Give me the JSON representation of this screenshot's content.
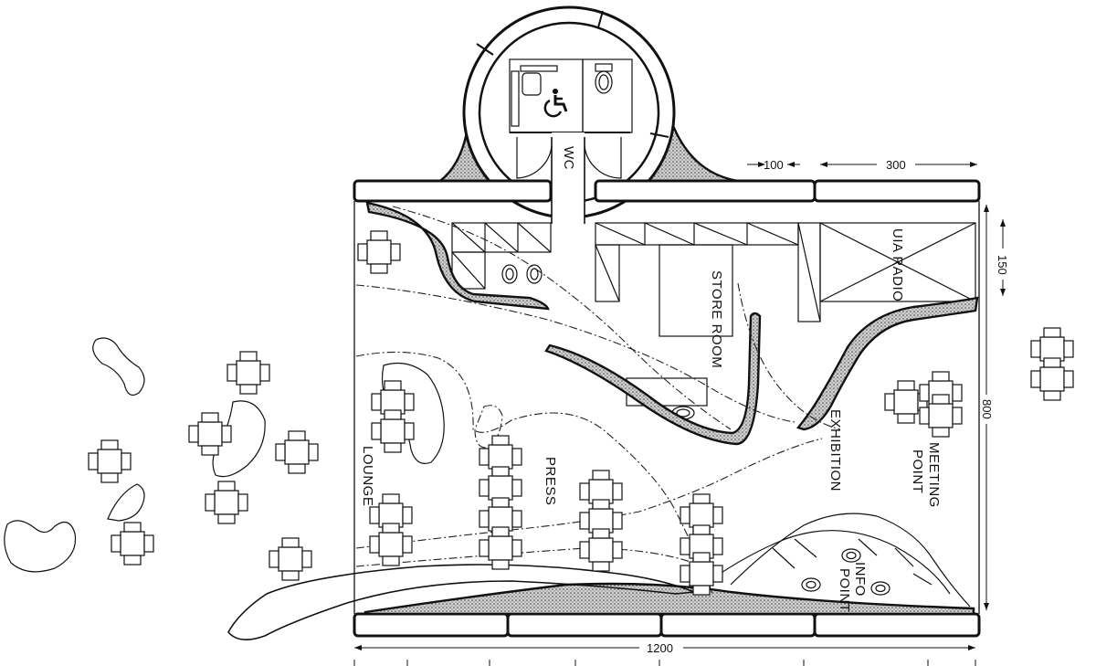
{
  "labels": {
    "wc": "WC",
    "store_room": "STORE ROOM",
    "uia_radio": "UIA RADIO",
    "exhibition": "EXHIBITION",
    "meeting_point_1": "MEETING",
    "meeting_point_2": "POINT",
    "lounge": "LOUNGE",
    "press": "PRESS",
    "info_point_1": "INFO",
    "info_point_2": "POINT"
  },
  "dimensions": {
    "d100": "100",
    "d300": "300",
    "d150": "150",
    "d800": "800",
    "d1200": "1200"
  },
  "icons": {
    "accessibility": "wheelchair-icon",
    "toilet": "toilet-icon"
  }
}
